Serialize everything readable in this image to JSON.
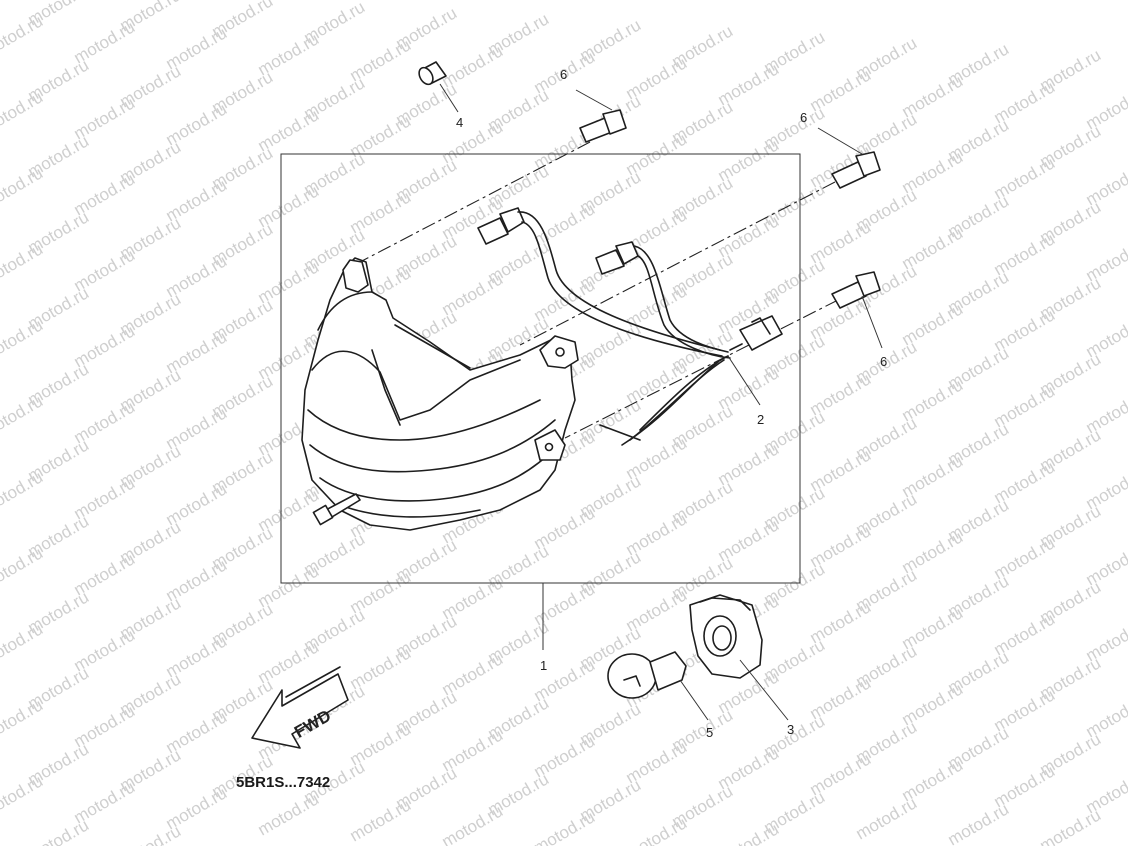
{
  "watermark": "motod.ru",
  "diagram_code": "5BR1S...7342",
  "fwd_label": "FWD",
  "callouts": [
    {
      "id": "1",
      "label": "1"
    },
    {
      "id": "2",
      "label": "2"
    },
    {
      "id": "3",
      "label": "3"
    },
    {
      "id": "4",
      "label": "4"
    },
    {
      "id": "5",
      "label": "5"
    },
    {
      "id": "6a",
      "label": "6"
    },
    {
      "id": "6b",
      "label": "6"
    },
    {
      "id": "6c",
      "label": "6"
    }
  ]
}
